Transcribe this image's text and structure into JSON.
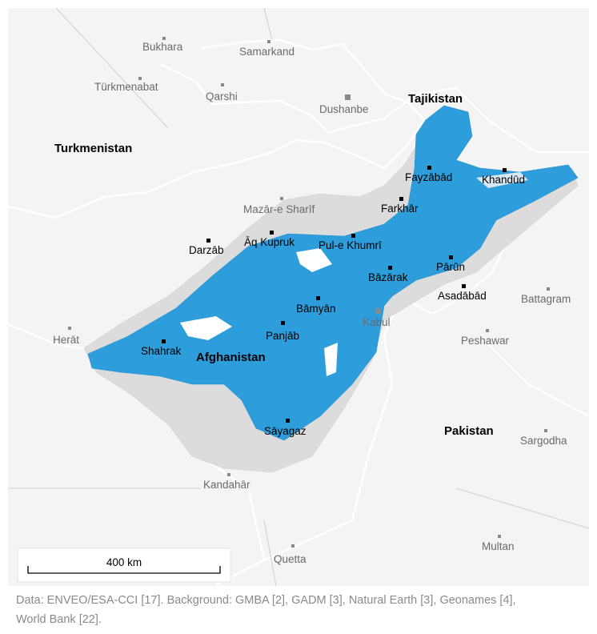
{
  "map": {
    "countries": [
      "Turkmenistan",
      "Tajikistan",
      "Afghanistan",
      "Pakistan"
    ],
    "cities_in_area": [
      "Fayzābād",
      "Khandūd",
      "Farkhār",
      "Darzāb",
      "Āq Kupruk",
      "Pul-e Khumrī",
      "Pārūn",
      "Bāzārak",
      "Asadābād",
      "Bāmyān",
      "Panjāb",
      "Shahrak",
      "Sāyagaz"
    ],
    "cities_other": [
      "Bukhara",
      "Samarkand",
      "Türkmenabat",
      "Qarshi",
      "Dushanbe",
      "Mazār-e Sharīf",
      "Kabul",
      "Battagram",
      "Herāt",
      "Peshawar",
      "Sargodha",
      "Kandahār",
      "Quetta",
      "Multan"
    ],
    "scale_bar": "400 km",
    "colors": {
      "snow_area": "#2e9ddb",
      "mountain_area": "#dcdcdc",
      "background": "#f4f4f4",
      "border": "#ffffff"
    }
  },
  "caption": {
    "line1": "Data: ENVEO/ESA-CCI [17]. Background: GMBA [2], GADM [3], Natural Earth [3], Geonames [4],",
    "line2": "World Bank [22]."
  }
}
